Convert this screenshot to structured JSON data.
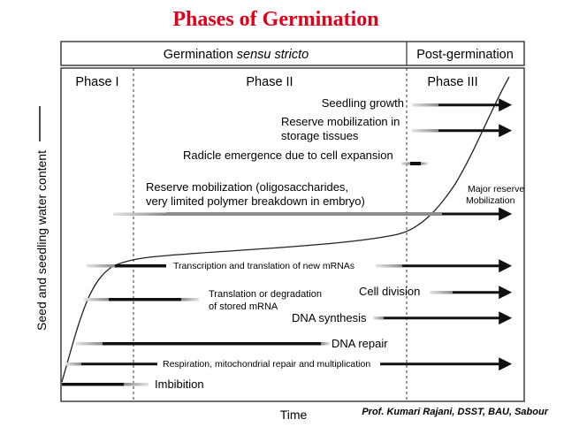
{
  "title": "Phases of Germination",
  "header": {
    "sensu_stricto_prefix": "Germination ",
    "sensu_stricto_italic": "sensu stricto",
    "post_germination": "Post-germination"
  },
  "phases": [
    "Phase I",
    "Phase II",
    "Phase III"
  ],
  "axes": {
    "ylabel": "Seed and seedling water content",
    "xlabel": "Time"
  },
  "credit": "Prof. Kumari Rajani, DSST, BAU, Sabour",
  "processes": {
    "seedling_growth": "Seedling growth",
    "reserve_mob_storage_1": "Reserve mobilization in",
    "reserve_mob_storage_2": "storage tissues",
    "radicle": "Radicle emergence due to cell expansion",
    "reserve_mob_oligo_1": "Reserve mobilization (oligosaccharides,",
    "reserve_mob_oligo_2": "very limited polymer breakdown in embryo)",
    "major_reserve_1": "Major reserve",
    "major_reserve_2": "Mobilization",
    "transcription": "Transcription and translation of new mRNAs",
    "translation_1": "Translation or degradation",
    "translation_2": "of stored mRNA",
    "cell_division": "Cell division",
    "dna_synthesis": "DNA synthesis",
    "dna_repair": "DNA repair",
    "respiration": "Respiration, mitochondrial repair and multiplication",
    "imbibition": "Imbibition"
  },
  "colors": {
    "title": "#e1001a",
    "bar": "#111111",
    "fade_light": "#d6d6d6",
    "fade_mid": "#9a9a9a",
    "border": "#333333"
  }
}
